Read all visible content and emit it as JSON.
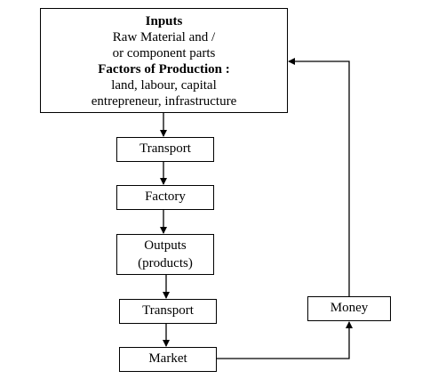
{
  "inputs": {
    "heading": "Inputs",
    "line1": "Raw Material and /",
    "line2": "or component parts",
    "factors_heading": "Factors of Production :",
    "line3": "land, labour, capital",
    "line4": "entrepreneur, infrastructure"
  },
  "transport1": "Transport",
  "factory": "Factory",
  "outputs": {
    "line1": "Outputs",
    "line2": "(products)"
  },
  "transport2": "Transport",
  "market": "Market",
  "money": "Money"
}
